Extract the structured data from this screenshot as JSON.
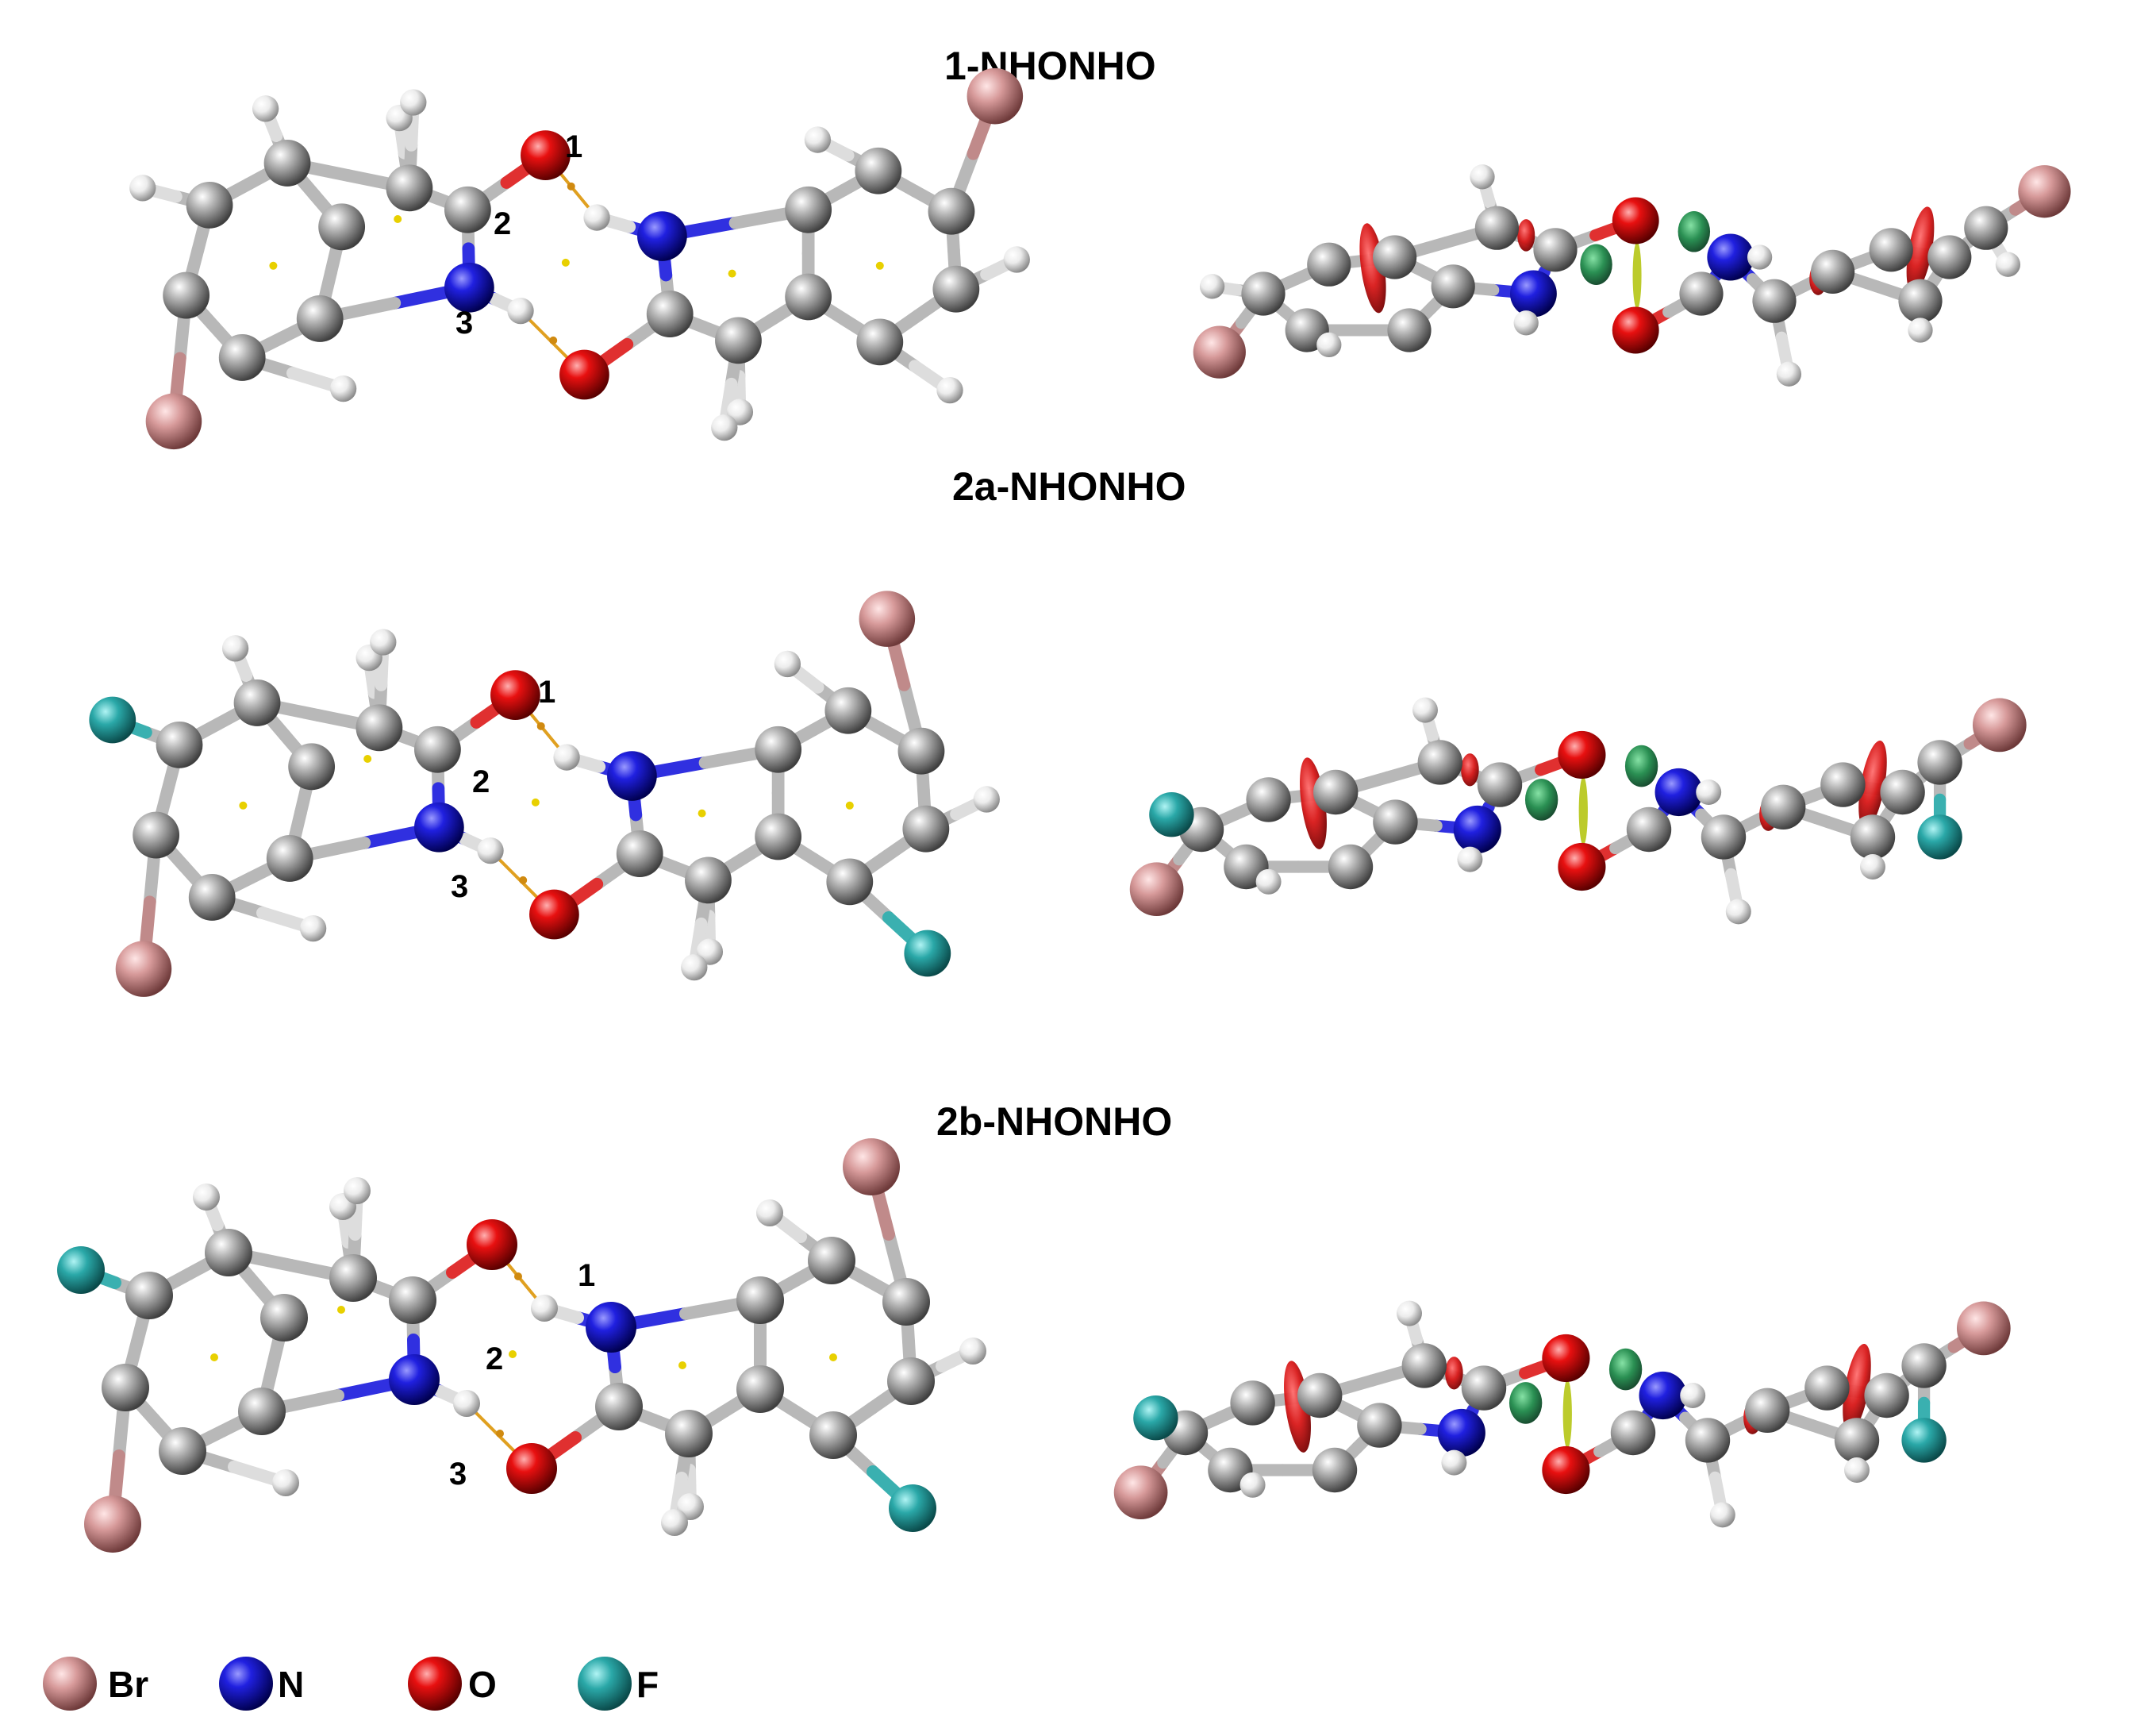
{
  "colors": {
    "Br": "#d79a9a",
    "N": "#1a1ad6",
    "O": "#e01010",
    "F": "#2aa8a8",
    "C": "#8f8f8f",
    "H": "#e8e8e8",
    "hbond": "#e0a020",
    "bcp": "#d08a10",
    "rcp": "#e8d000",
    "nci_red": "#d81818",
    "nci_green": "#1f8a4a",
    "nci_yellow": "#b8c820"
  },
  "panels": [
    {
      "id": "1",
      "title": "1-NHONHO",
      "cp_labels": [
        "1",
        "2",
        "3"
      ],
      "fluorinated": false
    },
    {
      "id": "2a",
      "title": "2a-NHONHO",
      "cp_labels": [
        "1",
        "2",
        "3"
      ],
      "fluorinated": true
    },
    {
      "id": "2b",
      "title": "2b-NHONHO",
      "cp_labels": [
        "1",
        "2",
        "3"
      ],
      "fluorinated": true
    }
  ],
  "legend": [
    {
      "element": "Br",
      "label": "Br",
      "color": "#d79a9a"
    },
    {
      "element": "N",
      "label": "N",
      "color": "#1a1ad6"
    },
    {
      "element": "O",
      "label": "O",
      "color": "#e01010"
    },
    {
      "element": "F",
      "label": "F",
      "color": "#2aa8a8"
    }
  ]
}
